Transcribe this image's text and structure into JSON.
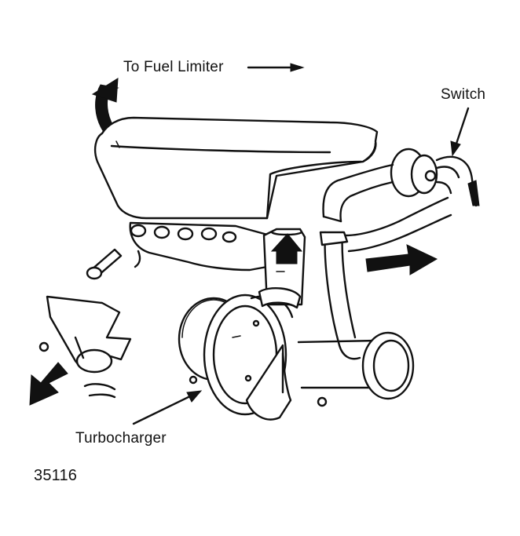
{
  "labels": {
    "fuel_limiter": "To Fuel Limiter",
    "switch": "Switch",
    "turbocharger": "Turbocharger",
    "figure_number": "35116"
  },
  "colors": {
    "ink": "#111111",
    "background": "#ffffff"
  }
}
